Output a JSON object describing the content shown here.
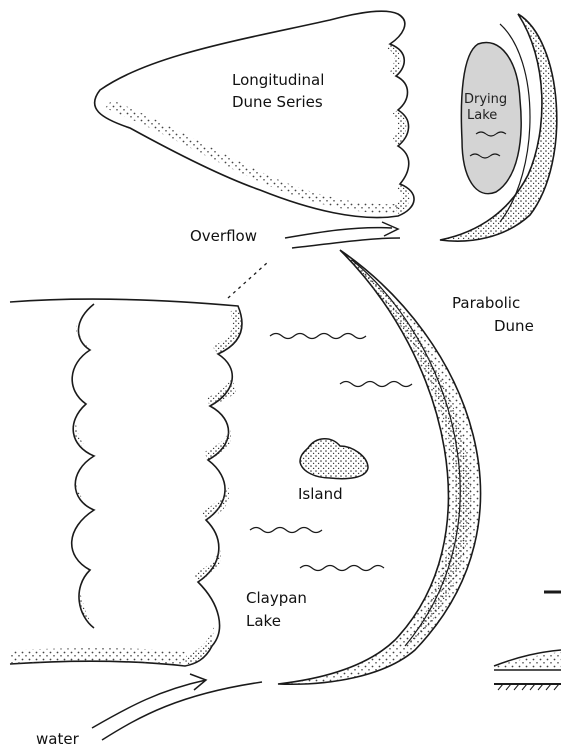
{
  "labels": {
    "longitudinal_1": "Longitudinal",
    "longitudinal_2": "Dune Series",
    "drying_1": "Drying",
    "drying_2": "Lake",
    "overflow": "Overflow",
    "parabolic_1": "Parabolic",
    "parabolic_2": "Dune",
    "island": "Island",
    "claypan_1": "Claypan",
    "claypan_2": "Lake",
    "water": "water"
  },
  "colors": {
    "ink": "#1a1a1a",
    "stipple": "#444444",
    "lake_fill": "#d4d4d4",
    "background": "#ffffff"
  }
}
